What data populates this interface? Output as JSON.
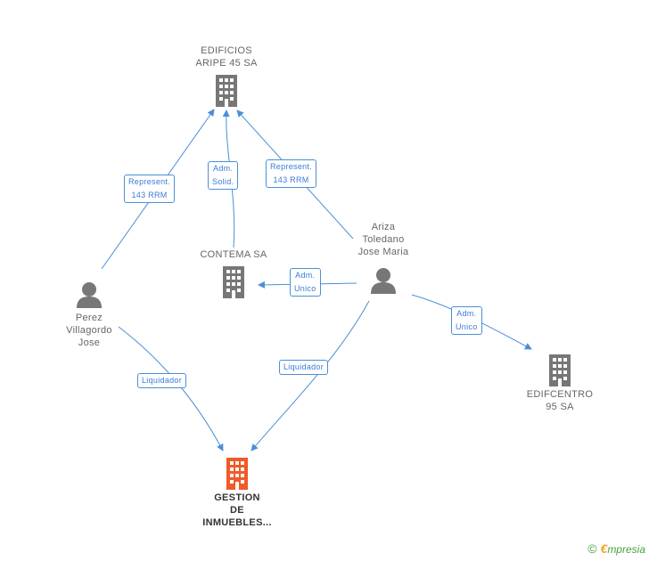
{
  "nodes": {
    "edificios": {
      "lines": [
        "EDIFICIOS",
        "ARIPE 45 SA"
      ],
      "kind": "company"
    },
    "contema": {
      "lines": [
        "CONTEMA SA"
      ],
      "kind": "company"
    },
    "edifcentro": {
      "lines": [
        "EDIFCENTRO",
        "95 SA"
      ],
      "kind": "company"
    },
    "gestion": {
      "lines": [
        "GESTION",
        "DE",
        "INMUEBLES..."
      ],
      "kind": "company-main"
    },
    "ariza": {
      "lines": [
        "Ariza",
        "Toledano",
        "Jose Maria"
      ],
      "kind": "person"
    },
    "perez": {
      "lines": [
        "Perez",
        "Villagordo",
        "Jose"
      ],
      "kind": "person"
    }
  },
  "edges": {
    "perez_edificios": {
      "lines": [
        "Represent.",
        "143 RRM"
      ]
    },
    "contema_edificios": {
      "lines": [
        "Adm.",
        "Solid."
      ]
    },
    "ariza_edificios": {
      "lines": [
        "Represent.",
        "143 RRM"
      ]
    },
    "ariza_contema": {
      "lines": [
        "Adm.",
        "Unico"
      ]
    },
    "ariza_edifcentro": {
      "lines": [
        "Adm.",
        "Unico"
      ]
    },
    "perez_gestion": {
      "lines": [
        "Liquidador"
      ]
    },
    "ariza_gestion": {
      "lines": [
        "Liquidador"
      ]
    }
  },
  "colors": {
    "edge": "#4a8fd9",
    "icon": "#777777",
    "icon_main": "#f05a28",
    "text": "#666666"
  },
  "brand": {
    "copyright": "©",
    "initial": "€",
    "name": "mpresia"
  }
}
